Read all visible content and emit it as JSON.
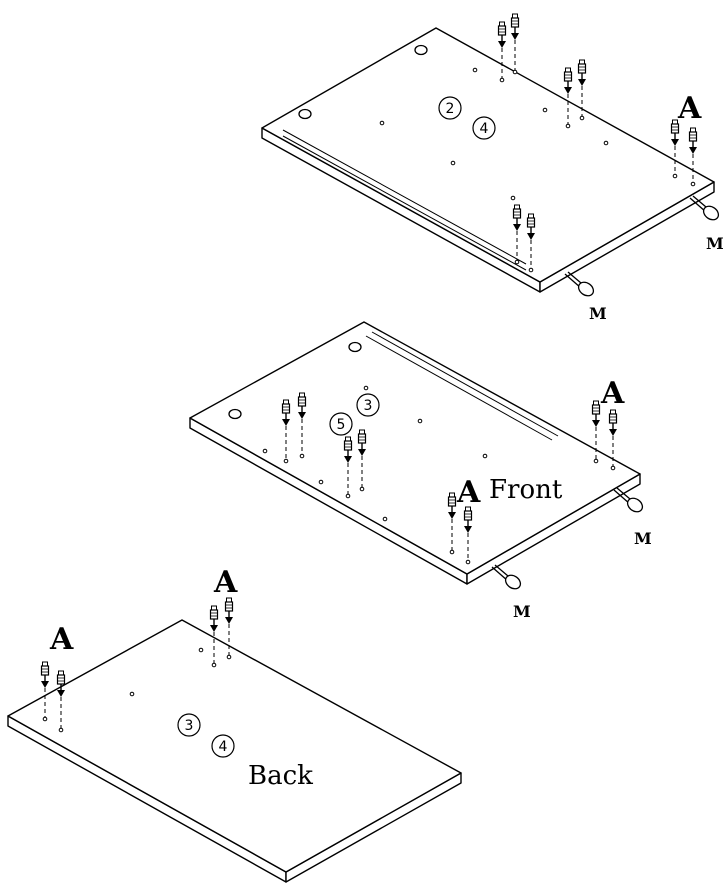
{
  "labels": {
    "fastener_a": "A",
    "fastener_m": "M",
    "front": "Front",
    "back": "Back"
  },
  "step_numbers": {
    "top_panel": [
      "2",
      "4"
    ],
    "middle_panel": [
      "5",
      "3"
    ],
    "bottom_panel": [
      "3",
      "4"
    ]
  },
  "colors": {
    "line": "#000000",
    "background": "#ffffff"
  }
}
